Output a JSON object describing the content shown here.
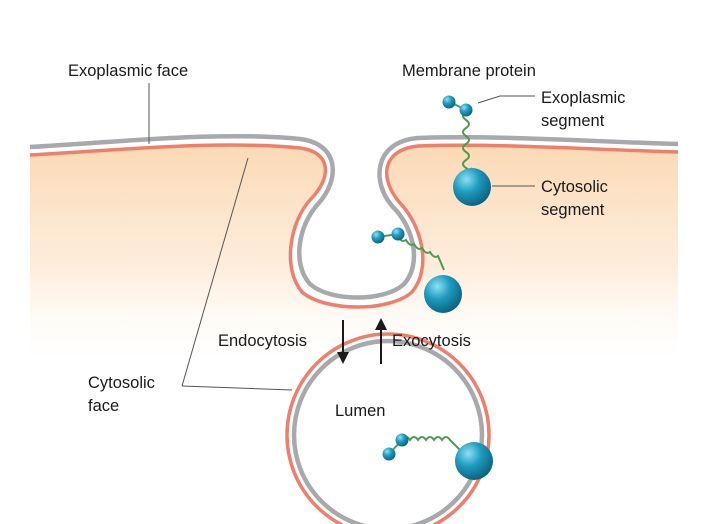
{
  "labels": {
    "exoplasmic_face": "Exoplasmic face",
    "membrane_protein": "Membrane protein",
    "exoplasmic_segment_1": "Exoplasmic",
    "exoplasmic_segment_2": "segment",
    "cytosolic_segment_1": "Cytosolic",
    "cytosolic_segment_2": "segment",
    "endocytosis": "Endocytosis",
    "exocytosis": "Exocytosis",
    "cytosolic_face_1": "Cytosolic",
    "cytosolic_face_2": "face",
    "lumen": "Lumen"
  },
  "colors": {
    "cytosol_top": "#fbd9b4",
    "cytosol_bottom": "#ffffff",
    "exoplasmic_leaflet": "#a7a9ac",
    "cytosolic_leaflet": "#ef7f6b",
    "protein_ball": "#1e9cc0",
    "protein_helix": "#4f9a52",
    "leader_line": "#555555"
  }
}
